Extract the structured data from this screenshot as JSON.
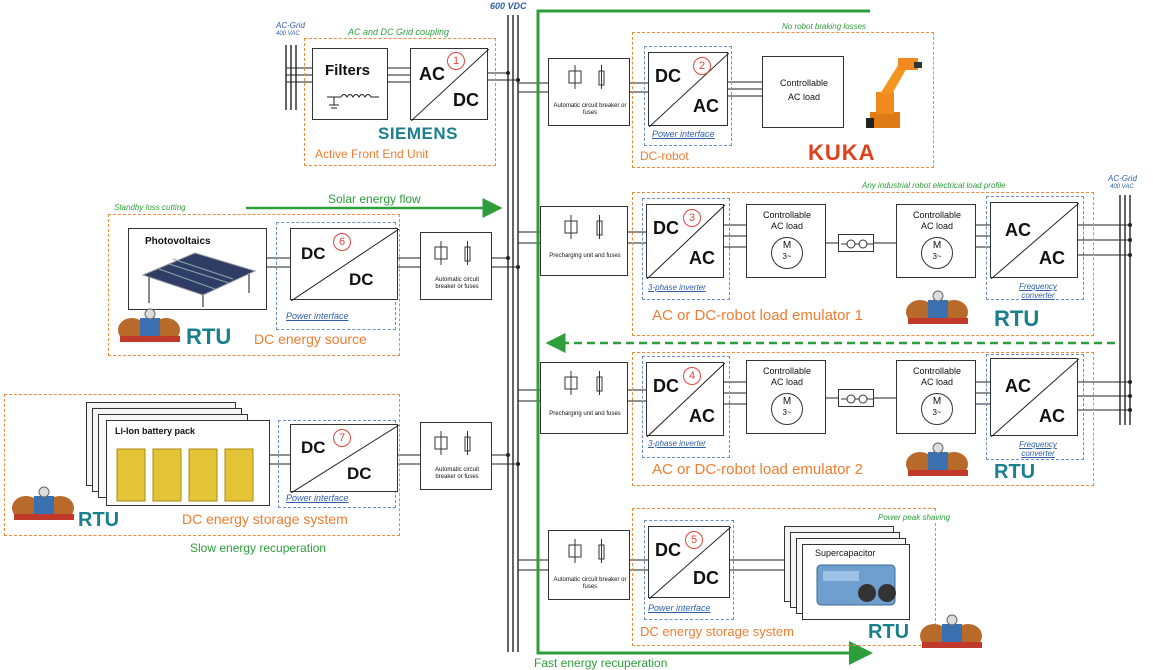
{
  "grid": {
    "ac_grid_left_label": "AC-Grid",
    "ac_grid_left_sub": "400 VAC",
    "ac_grid_right_label": "AC-Grid",
    "ac_grid_right_sub": "400 VAC",
    "dc_bus_label": "600 VDC"
  },
  "afe": {
    "title": "AC and DC Grid coupling",
    "filters_label": "Filters",
    "conv_top": "AC",
    "conv_bottom": "DC",
    "number": "1",
    "brand": "SIEMENS",
    "unit_label": "Active Front End Unit"
  },
  "robot": {
    "title": "No robot braking losses",
    "breaker_label": "Automatic circuit breaker or fuses",
    "conv_top": "DC",
    "conv_bottom": "AC",
    "number": "2",
    "pi_label": "Power interface",
    "load_line1": "Controllable",
    "load_line2": "AC load",
    "unit_label": "DC-robot",
    "brand": "KUKA"
  },
  "solar": {
    "title": "Standby loss cutting",
    "flow_label": "Solar energy flow",
    "pv_label": "Photovoltaics",
    "conv_top": "DC",
    "conv_bottom": "DC",
    "number": "6",
    "pi_label": "Power interface",
    "breaker_label": "Automatic circuit breaker or fuses",
    "rtu": "RTU",
    "unit_label": "DC energy  source"
  },
  "emulator_profile_label": "Any industrial robot electrical load profile",
  "emulator1": {
    "breaker_label": "Precharging unit and fuses",
    "conv_top": "DC",
    "conv_bottom": "AC",
    "number": "3",
    "inv_label": "3-phase inverter",
    "load_a_line1": "Controllable",
    "load_a_line2": "AC load",
    "motor_m": "M",
    "motor_sub": "3~",
    "load_b_line1": "Controllable",
    "load_b_line2": "AC load",
    "conv2_top": "AC",
    "conv2_bottom": "AC",
    "fc_label": "Frequency converter",
    "unit_label": "AC or DC-robot load emulator 1",
    "rtu": "RTU"
  },
  "emulator2": {
    "breaker_label": "Precharging unit and fuses",
    "conv_top": "DC",
    "conv_bottom": "AC",
    "number": "4",
    "inv_label": "3-phase inverter",
    "load_a_line1": "Controllable",
    "load_a_line2": "AC load",
    "motor_m": "M",
    "motor_sub": "3~",
    "load_b_line1": "Controllable",
    "load_b_line2": "AC load",
    "conv2_top": "AC",
    "conv2_bottom": "AC",
    "fc_label": "Frequency converter",
    "unit_label": "AC or DC-robot load emulator 2",
    "rtu": "RTU"
  },
  "battery": {
    "pack_label": "Li-Ion battery pack",
    "conv_top": "DC",
    "conv_bottom": "DC",
    "number": "7",
    "pi_label": "Power interface",
    "breaker_label": "Automatic circuit breaker or fuses",
    "rtu": "RTU",
    "unit_label": "DC energy storage system",
    "recup_label": "Slow energy recuperation"
  },
  "supercap": {
    "title": "Power peak shaving",
    "breaker_label": "Automatic circuit breaker or fuses",
    "conv_top": "DC",
    "conv_bottom": "DC",
    "number": "5",
    "pi_label": "Power interface",
    "cap_label": "Supercapacitor",
    "unit_label": "DC energy  storage system",
    "rtu": "RTU",
    "recup_label": "Fast energy recuperation"
  },
  "colors": {
    "orange": "#ee7d31",
    "green": "#2e9e3a",
    "blue": "#2d5ea8",
    "red_circle": "#e0453a",
    "teal": "#1a7f8c",
    "kuka": "#e2401c"
  }
}
